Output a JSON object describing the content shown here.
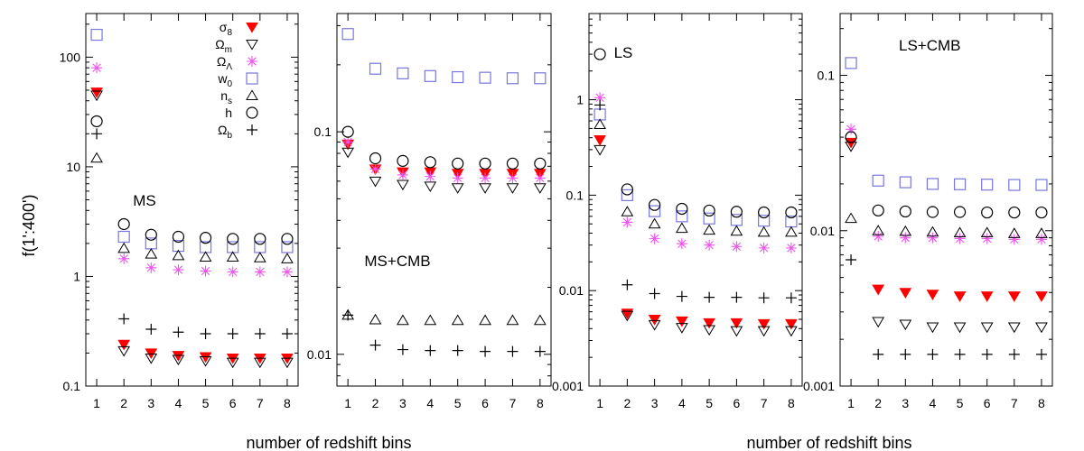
{
  "figure": {
    "ylabel": "f(1':400')",
    "xlabel_left": "number of redshift bins",
    "xlabel_right": "number of redshift bins"
  },
  "legend": [
    {
      "label": "σ",
      "sub": "8",
      "series": "sigma8"
    },
    {
      "label": "Ω",
      "sub": "m",
      "series": "omega_m"
    },
    {
      "label": "Ω",
      "sub": "Λ",
      "series": "omega_lambda"
    },
    {
      "label": "w",
      "sub": "0",
      "series": "w0"
    },
    {
      "label": "n",
      "sub": "s",
      "series": "n_s"
    },
    {
      "label": "h",
      "sub": "",
      "series": "h"
    },
    {
      "label": "Ω",
      "sub": "b",
      "series": "omega_b"
    }
  ],
  "colors": {
    "red": "#ff0000",
    "magenta": "#ee55ee",
    "blue": "#7777dd",
    "black": "#000000"
  },
  "markers": {
    "sigma8": {
      "shape": "triangle-down-filled",
      "color": "#ff0000"
    },
    "omega_m": {
      "shape": "triangle-down-open",
      "color": "#000000"
    },
    "omega_lambda": {
      "shape": "asterisk",
      "color": "#ee55ee"
    },
    "w0": {
      "shape": "square-open",
      "color": "#7777dd"
    },
    "n_s": {
      "shape": "triangle-up-open",
      "color": "#000000"
    },
    "h": {
      "shape": "circle-open",
      "color": "#000000"
    },
    "omega_b": {
      "shape": "plus",
      "color": "#000000"
    }
  },
  "chart_data": [
    {
      "type": "scatter",
      "label": "MS",
      "yscale": "log",
      "ylim": [
        0.1,
        250
      ],
      "xlim": [
        0.6,
        8.4
      ],
      "x": [
        1,
        2,
        3,
        4,
        5,
        6,
        7,
        8
      ],
      "yticks": [
        {
          "v": 0.1,
          "t": "0.1"
        },
        {
          "v": 1,
          "t": "1"
        },
        {
          "v": 10,
          "t": "10"
        },
        {
          "v": 100,
          "t": "100"
        }
      ],
      "xticks": [
        "1",
        "2",
        "3",
        "4",
        "5",
        "6",
        "7",
        "8"
      ],
      "series": [
        {
          "key": "sigma8",
          "values": [
            48,
            0.24,
            0.2,
            0.19,
            0.185,
            0.18,
            0.18,
            0.18
          ]
        },
        {
          "key": "omega_m",
          "values": [
            45,
            0.21,
            0.18,
            0.175,
            0.17,
            0.165,
            0.165,
            0.165
          ]
        },
        {
          "key": "omega_lambda",
          "values": [
            80,
            1.45,
            1.2,
            1.15,
            1.12,
            1.1,
            1.1,
            1.1
          ]
        },
        {
          "key": "w0",
          "values": [
            160,
            2.3,
            2.0,
            1.9,
            1.85,
            1.85,
            1.85,
            1.85
          ]
        },
        {
          "key": "n_s",
          "values": [
            12,
            1.8,
            1.6,
            1.55,
            1.5,
            1.5,
            1.48,
            1.45
          ]
        },
        {
          "key": "h",
          "values": [
            26,
            3.0,
            2.4,
            2.3,
            2.25,
            2.2,
            2.2,
            2.2
          ]
        },
        {
          "key": "omega_b",
          "values": [
            20,
            0.41,
            0.33,
            0.31,
            0.3,
            0.3,
            0.3,
            0.3
          ]
        }
      ]
    },
    {
      "type": "scatter",
      "label": "MS+CMB",
      "yscale": "log",
      "ylim": [
        0.0072,
        0.34
      ],
      "xlim": [
        0.6,
        8.4
      ],
      "x": [
        1,
        2,
        3,
        4,
        5,
        6,
        7,
        8
      ],
      "yticks": [
        {
          "v": 0.01,
          "t": "0.01"
        },
        {
          "v": 0.1,
          "t": "0.1"
        }
      ],
      "xticks": [
        "1",
        "2",
        "3",
        "4",
        "5",
        "6",
        "7",
        "8"
      ],
      "series": [
        {
          "key": "sigma8",
          "values": [
            0.088,
            0.068,
            0.066,
            0.066,
            0.065,
            0.065,
            0.065,
            0.065
          ]
        },
        {
          "key": "omega_m",
          "values": [
            0.081,
            0.06,
            0.058,
            0.057,
            0.056,
            0.056,
            0.056,
            0.056
          ]
        },
        {
          "key": "omega_lambda",
          "values": [
            0.09,
            0.068,
            0.064,
            0.063,
            0.062,
            0.062,
            0.062,
            0.062
          ]
        },
        {
          "key": "w0",
          "values": [
            0.275,
            0.192,
            0.183,
            0.178,
            0.176,
            0.175,
            0.174,
            0.174
          ]
        },
        {
          "key": "n_s",
          "values": [
            0.015,
            0.0143,
            0.0142,
            0.0142,
            0.0142,
            0.0142,
            0.0142,
            0.0142
          ]
        },
        {
          "key": "h",
          "values": [
            0.1,
            0.076,
            0.074,
            0.073,
            0.072,
            0.072,
            0.072,
            0.072
          ]
        },
        {
          "key": "omega_b",
          "values": [
            0.015,
            0.011,
            0.0105,
            0.0104,
            0.0104,
            0.0103,
            0.0103,
            0.0103
          ]
        }
      ]
    },
    {
      "type": "scatter",
      "label": "LS",
      "yscale": "log",
      "ylim": [
        0.001,
        8
      ],
      "xlim": [
        0.6,
        8.4
      ],
      "x": [
        1,
        2,
        3,
        4,
        5,
        6,
        7,
        8
      ],
      "yticks": [
        {
          "v": 0.001,
          "t": "0.001"
        },
        {
          "v": 0.01,
          "t": "0.01"
        },
        {
          "v": 0.1,
          "t": "0.1"
        },
        {
          "v": 1,
          "t": "1"
        }
      ],
      "xticks": [
        "1",
        "2",
        "3",
        "4",
        "5",
        "6",
        "7",
        "8"
      ],
      "series": [
        {
          "key": "sigma8",
          "values": [
            0.38,
            0.0058,
            0.005,
            0.0048,
            0.0046,
            0.0046,
            0.0045,
            0.0045
          ]
        },
        {
          "key": "omega_m",
          "values": [
            0.3,
            0.0055,
            0.0044,
            0.0041,
            0.0039,
            0.0038,
            0.0038,
            0.0038
          ]
        },
        {
          "key": "omega_lambda",
          "values": [
            1.05,
            0.052,
            0.035,
            0.031,
            0.03,
            0.029,
            0.028,
            0.028
          ]
        },
        {
          "key": "w0",
          "values": [
            0.7,
            0.1,
            0.068,
            0.06,
            0.057,
            0.055,
            0.054,
            0.053
          ]
        },
        {
          "key": "n_s",
          "values": [
            0.55,
            0.067,
            0.05,
            0.045,
            0.043,
            0.042,
            0.041,
            0.041
          ]
        },
        {
          "key": "h",
          "values": [
            3.0,
            0.115,
            0.079,
            0.072,
            0.069,
            0.067,
            0.066,
            0.066
          ]
        },
        {
          "key": "omega_b",
          "values": [
            0.88,
            0.0115,
            0.0093,
            0.0087,
            0.0085,
            0.0085,
            0.0084,
            0.0084
          ]
        }
      ]
    },
    {
      "type": "scatter",
      "label": "LS+CMB",
      "yscale": "log",
      "ylim": [
        0.001,
        0.25
      ],
      "xlim": [
        0.6,
        8.4
      ],
      "x": [
        1,
        2,
        3,
        4,
        5,
        6,
        7,
        8
      ],
      "yticks": [
        {
          "v": 0.001,
          "t": "0.001"
        },
        {
          "v": 0.01,
          "t": "0.01"
        },
        {
          "v": 0.1,
          "t": "0.1"
        }
      ],
      "xticks": [
        "1",
        "2",
        "3",
        "4",
        "5",
        "6",
        "7",
        "8"
      ],
      "series": [
        {
          "key": "sigma8",
          "values": [
            0.037,
            0.0042,
            0.004,
            0.0039,
            0.0038,
            0.0038,
            0.0038,
            0.0038
          ]
        },
        {
          "key": "omega_m",
          "values": [
            0.035,
            0.0026,
            0.0025,
            0.0024,
            0.0024,
            0.0024,
            0.0024,
            0.0024
          ]
        },
        {
          "key": "omega_lambda",
          "values": [
            0.045,
            0.0092,
            0.009,
            0.009,
            0.0089,
            0.0089,
            0.0088,
            0.0088
          ]
        },
        {
          "key": "w0",
          "values": [
            0.12,
            0.021,
            0.0205,
            0.02,
            0.0199,
            0.0198,
            0.0197,
            0.0197
          ]
        },
        {
          "key": "n_s",
          "values": [
            0.012,
            0.01,
            0.0099,
            0.0098,
            0.0097,
            0.0097,
            0.0096,
            0.0096
          ]
        },
        {
          "key": "h",
          "values": [
            0.04,
            0.0135,
            0.0133,
            0.0132,
            0.0132,
            0.0131,
            0.0131,
            0.0131
          ]
        },
        {
          "key": "omega_b",
          "values": [
            0.0065,
            0.0016,
            0.0016,
            0.0016,
            0.0016,
            0.0016,
            0.0016,
            0.0016
          ]
        }
      ]
    }
  ]
}
